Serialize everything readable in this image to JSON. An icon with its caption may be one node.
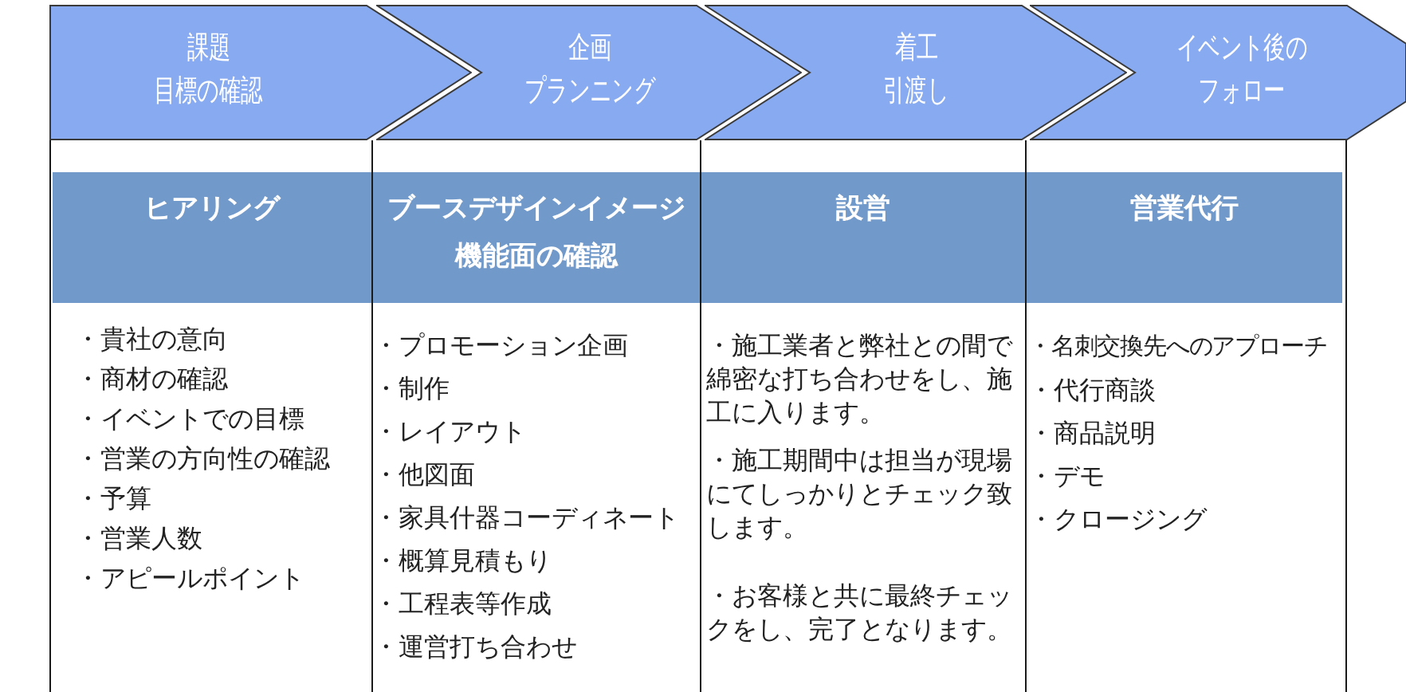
{
  "diagram": {
    "nodes": [
      {
        "text": [
          "課題",
          "目標の確認"
        ]
      },
      {
        "text": [
          "企画",
          "プランニング"
        ]
      },
      {
        "text": [
          "着工",
          "引渡し"
        ]
      },
      {
        "text": [
          "イベント後の",
          "フォロー"
        ]
      },
      {
        "text": [
          "・貴社の意向",
          "・商材の確認",
          "・イベントでの目標",
          "・営業の方向性の確認",
          "・予算",
          "・営業人数",
          "・アピールポイント"
        ]
      },
      {
        "text": [
          "ヒアリング"
        ],
        "in": 4
      },
      {
        "text": [
          "・プロモーション企画",
          "・制作",
          "・レイアウト",
          "・他図面",
          "・家具什器コーディネート",
          "・概算見積もり",
          "・工程表等作成",
          "・運営打ち合わせ"
        ]
      },
      {
        "text": [
          "ブースデザインイメージ機能面の確認"
        ],
        "in": 6
      },
      {
        "text": [
          "・施工業者と弊社との間で綿密な打ち合わせをし、施工に入ります。",
          "・施工期間中は担当が現場にてしっかりとチェック致します。",
          "・お客様と共に最終チェックをし、完了となります。"
        ]
      },
      {
        "text": [
          "設営"
        ],
        "in": 8
      },
      {
        "text": [
          "・名刺交換先へのアプローチ",
          "・代行商談",
          "・商品説明",
          "・デモ",
          "・クロージング"
        ]
      },
      {
        "text": [
          "営業代行"
        ],
        "in": 10
      }
    ]
  }
}
